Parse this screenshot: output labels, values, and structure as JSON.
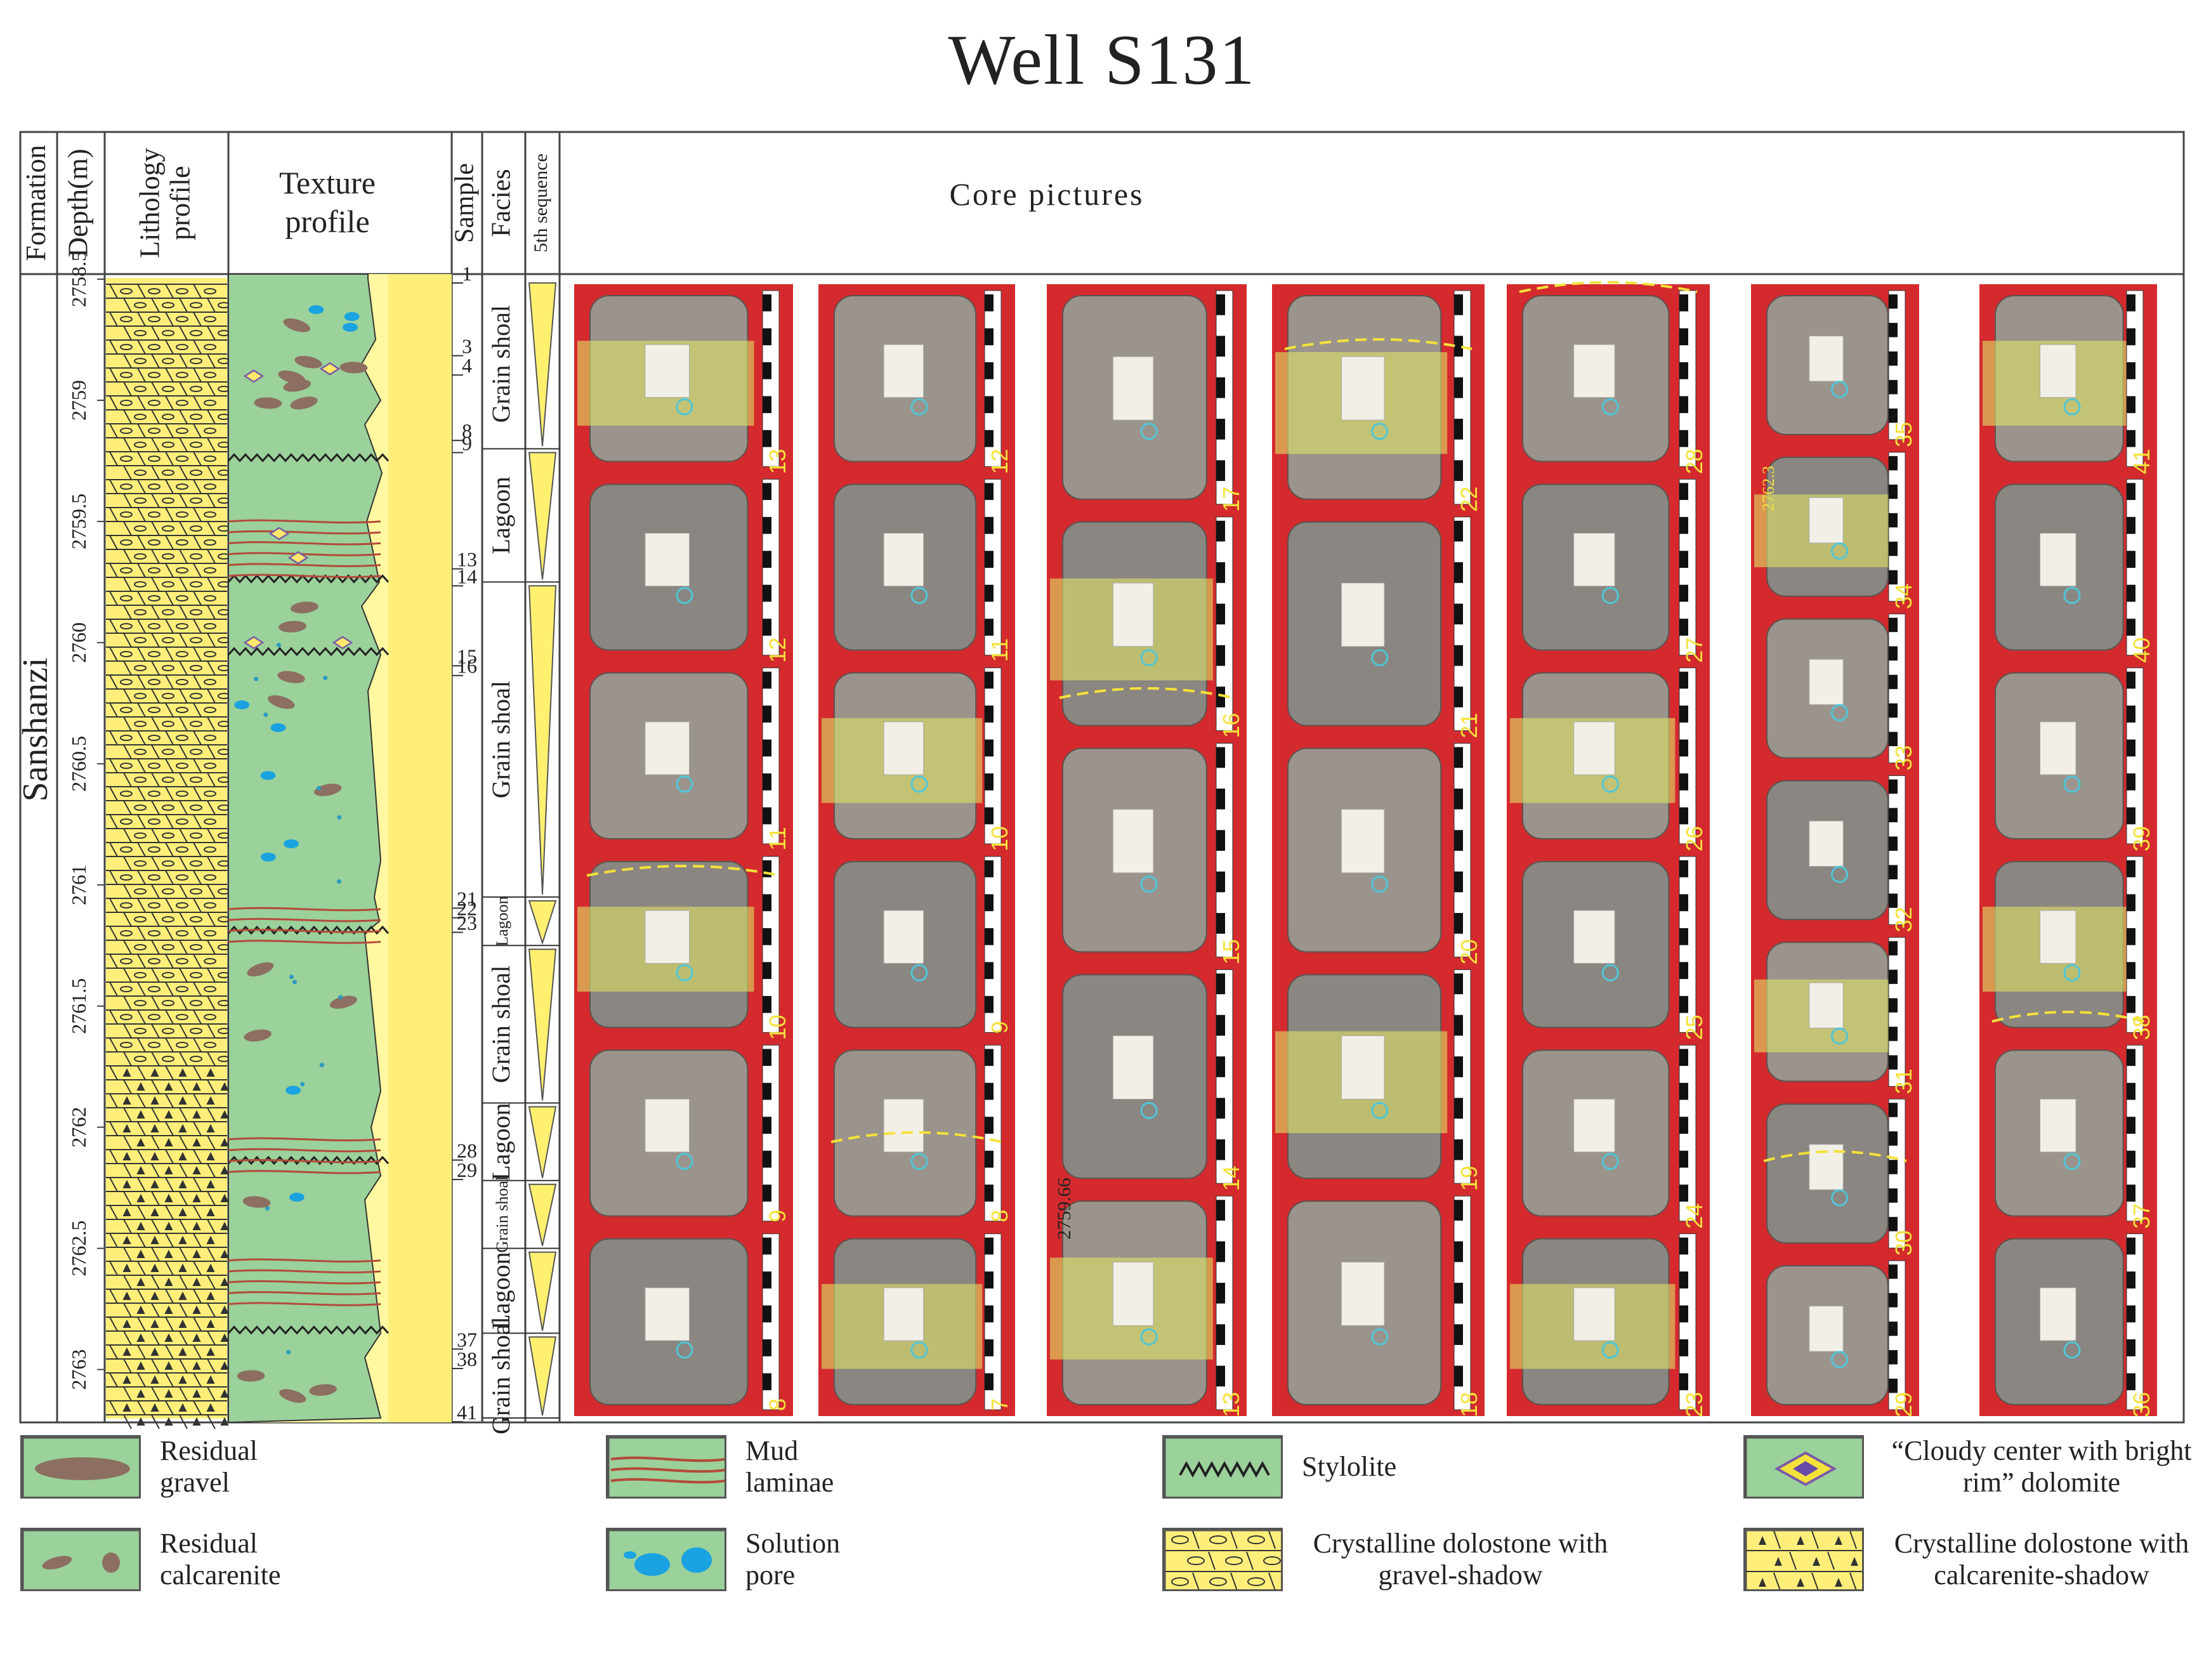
{
  "title": "Well S131",
  "headers": {
    "formation": "Formation",
    "depth": "Depth(m)",
    "lithology": "Lithology profile",
    "texture": "Texture profile",
    "sample": "Sample",
    "facies": "Facies",
    "sequence": "5th sequence",
    "core": "Core pictures"
  },
  "formation_name": "Sanshanzi",
  "depth_ticks": [
    "2758.5",
    "2759",
    "2759.5",
    "2760",
    "2760.5",
    "2761",
    "2761.5",
    "2762",
    "2762.5",
    "2763"
  ],
  "depth_range": [
    2758.5,
    2763.2
  ],
  "sample_labels": [
    "1",
    "3",
    "4",
    "8",
    "9",
    "13",
    "14",
    "15",
    "16",
    "21",
    "22",
    "23",
    "28",
    "29",
    "37",
    "38",
    "41"
  ],
  "facies": [
    {
      "label": "Grain shoal",
      "top": 2758.5,
      "bottom": 2759.2
    },
    {
      "label": "Lagoon",
      "top": 2759.2,
      "bottom": 2759.75
    },
    {
      "label": "Grain shoal",
      "top": 2759.75,
      "bottom": 2761.05
    },
    {
      "label": "Lagoon",
      "top": 2761.05,
      "bottom": 2761.25
    },
    {
      "label": "Grain shoal",
      "top": 2761.25,
      "bottom": 2761.9
    },
    {
      "label": "Lagoon",
      "top": 2761.9,
      "bottom": 2762.22
    },
    {
      "label": "Grain shoal",
      "top": 2762.22,
      "bottom": 2762.5
    },
    {
      "label": "Lagoon",
      "top": 2762.5,
      "bottom": 2762.85
    },
    {
      "label": "Grain shoal",
      "top": 2762.85,
      "bottom": 2763.2
    }
  ],
  "core_columns": [
    [
      "13",
      "12",
      "11",
      "10",
      "9",
      "8"
    ],
    [
      "12",
      "11",
      "10",
      "9",
      "8",
      "7"
    ],
    [
      "17",
      "16",
      "15",
      "14",
      "13"
    ],
    [
      "22",
      "21",
      "20",
      "19",
      "18"
    ],
    [
      "28",
      "27",
      "26",
      "25",
      "24",
      "23"
    ],
    [
      "35",
      "34",
      "33",
      "32",
      "31",
      "30",
      "29"
    ],
    [
      "41",
      "40",
      "39",
      "38",
      "37",
      "36"
    ]
  ],
  "core_annotations": [
    "2759.66",
    "2762.3"
  ],
  "legend": [
    {
      "id": "residual-gravel",
      "label": "Residual gravel"
    },
    {
      "id": "mud-laminae",
      "label": "Mud laminae"
    },
    {
      "id": "stylolite",
      "label": "Stylolite"
    },
    {
      "id": "cloudy-dolomite",
      "label": "“Cloudy center with bright rim” dolomite"
    },
    {
      "id": "residual-calcarenite",
      "label": "Residual calcarenite"
    },
    {
      "id": "solution-pore",
      "label": "Solution pore"
    },
    {
      "id": "gravel-shadow",
      "label": "Crystalline dolostone with gravel-shadow"
    },
    {
      "id": "calcarenite-shadow",
      "label": "Crystalline dolostone with calcarenite-shadow"
    }
  ],
  "colors": {
    "dolostone_yellow": "#ffef7a",
    "texture_green": "#9bd19b",
    "solution_blue": "#1aa3e0",
    "gravel_brown": "#8c6f60",
    "mud_red": "#b34a3a",
    "core_bg_red": "#d42a2e",
    "sequence_yellow": "#fff070",
    "highlight_yellow": "#dfe265"
  }
}
